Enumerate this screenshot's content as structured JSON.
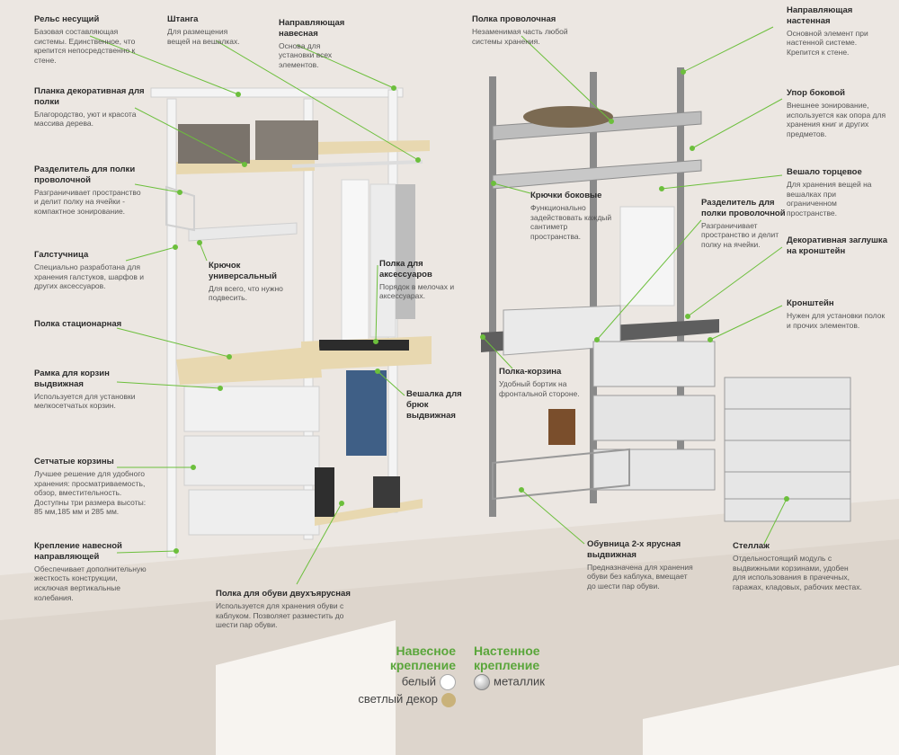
{
  "labels": {
    "rail": {
      "title": "Рельс несущий",
      "desc": "Базовая составляющая системы. Единственное, что крепится непосредственно к стене."
    },
    "rod": {
      "title": "Штанга",
      "desc": "Для размещения вещей на вешалках."
    },
    "hang_guide": {
      "title": "Направляющая навесная",
      "desc": "Основа для установки всех элементов."
    },
    "deco_strip": {
      "title": "Планка декоративная для полки",
      "desc": "Благородство, уют и красота массива дерева."
    },
    "divider_left": {
      "title": "Разделитель для полки проволочной",
      "desc": "Разграничивает пространство и делит полку на ячейки - компактное зонирование."
    },
    "tie_rack": {
      "title": "Галстучница",
      "desc": "Специально разработана для хранения галстуков, шарфов и других аксессуаров."
    },
    "hook_universal": {
      "title": "Крючок универсальный",
      "desc": "Для всего, что нужно подвесить."
    },
    "shelf_accessories": {
      "title": "Полка для аксессуаров",
      "desc": "Порядок в мелочах и аксессуарах."
    },
    "shelf_fixed": {
      "title": "Полка стационарная",
      "desc": ""
    },
    "basket_frame": {
      "title": "Рамка для корзин выдвижная",
      "desc": "Используется для установки мелкосетчатых корзин."
    },
    "trouser_hanger": {
      "title": "Вешалка для брюк выдвижная",
      "desc": ""
    },
    "mesh_baskets": {
      "title": "Сетчатые корзины",
      "desc": "Лучшее решение для удобного хранения: просматриваемость, обзор, вместительность. Доступны три размера высоты: 85 мм,185 мм и 285 мм."
    },
    "guide_mount": {
      "title": "Крепление навесной направляющей",
      "desc": "Обеспечивает дополнительную жесткость конструкции, исключая вертикальные колебания."
    },
    "shoe_shelf": {
      "title": "Полка для обуви двухъярусная",
      "desc": "Используется для хранения обуви с каблуком. Позволяет разместить до шести пар обуви."
    },
    "wire_shelf": {
      "title": "Полка проволочная",
      "desc": "Незаменимая часть любой системы хранения."
    },
    "wall_guide": {
      "title": "Направляющая настенная",
      "desc": "Основной элемент при настенной системе. Крепится к стене."
    },
    "side_stop": {
      "title": "Упор боковой",
      "desc": "Внешнее зонирование, используется как опора для хранения книг и других предметов."
    },
    "end_hanger": {
      "title": "Вешало торцевое",
      "desc": "Для хранения вещей на вешалках при ограниченном пространстве."
    },
    "side_hooks": {
      "title": "Крючки боковые",
      "desc": "Функционально задействовать каждый сантиметр пространства."
    },
    "divider_right": {
      "title": "Разделитель для полки проволочной",
      "desc": "Разграничивает пространство и делит полку на ячейки."
    },
    "bracket_cap": {
      "title": "Декоративная заглушка на кронштейн",
      "desc": ""
    },
    "bracket": {
      "title": "Кронштейн",
      "desc": "Нужен для установки полок и прочих элементов."
    },
    "shelf_basket": {
      "title": "Полка-корзина",
      "desc": "Удобный бортик на фронтальной стороне."
    },
    "shoe_rack_2tier": {
      "title": "Обувница 2-х ярусная выдвижная",
      "desc": "Предназначена для хранения обуви без каблука, вмещает до шести пар обуви."
    },
    "rack": {
      "title": "Стеллаж",
      "desc": "Отдельностоящий модуль с выдвижными корзинами, удобен для использования в прачечных, гаражах, кладовых, рабочих местах."
    }
  },
  "legend": {
    "hanging": {
      "title": "Навесное крепление",
      "options": [
        {
          "label": "белый",
          "color": "#ffffff"
        },
        {
          "label": "светлый декор",
          "color": "#c9b27a"
        }
      ]
    },
    "wall": {
      "title": "Настенное крепление",
      "options": [
        {
          "label": "металлик",
          "color": "#c4c4c4"
        }
      ]
    }
  },
  "colors": {
    "accent": "#6cbf3c",
    "wall": "#ece7e2",
    "wood": "#e8d8b0",
    "metal": "#8a8a8a"
  }
}
